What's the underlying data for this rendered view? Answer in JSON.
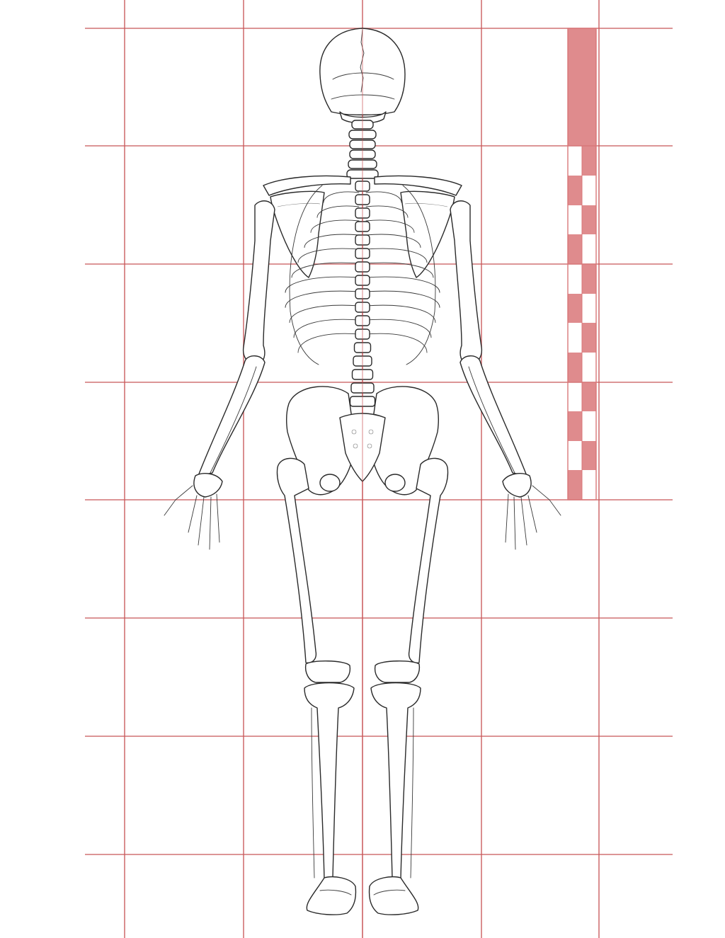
{
  "grid": {
    "color": "#c9595a",
    "columns": 6,
    "rows": 7
  },
  "proportion_scale": {
    "color": "#d97779",
    "head_units": 4,
    "blocks_per_unit": [
      1,
      4,
      4,
      4
    ]
  },
  "figure": {
    "subject": "human skeleton",
    "view": "posterior",
    "parts": [
      "skull",
      "cervical-spine",
      "scapula",
      "rib-cage",
      "humerus",
      "radius-ulna",
      "hand",
      "pelvis",
      "sacrum",
      "femur",
      "patella",
      "tibia-fibula",
      "foot"
    ]
  }
}
